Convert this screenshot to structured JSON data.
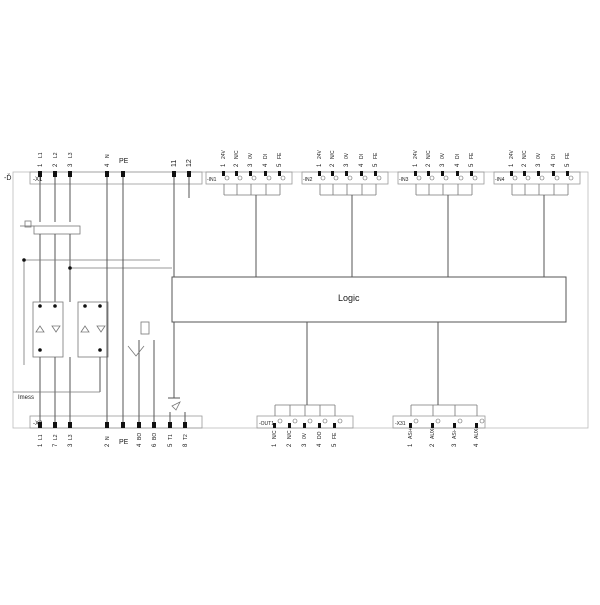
{
  "device_marker": "-Ď",
  "x1": {
    "tag": "-X1",
    "terminals": [
      {
        "num": "1",
        "name": "L1"
      },
      {
        "num": "2",
        "name": "L2"
      },
      {
        "num": "3",
        "name": "L3"
      },
      {
        "num": "4",
        "name": "N"
      },
      {
        "num": "PE",
        "name": ""
      },
      {
        "num": "11",
        "name": ""
      },
      {
        "num": "12",
        "name": ""
      }
    ]
  },
  "x2": {
    "tag": "-X2",
    "terminals": [
      {
        "num": "1",
        "name": "L1"
      },
      {
        "num": "7",
        "name": "L2"
      },
      {
        "num": "3",
        "name": "L3"
      },
      {
        "num": "2",
        "name": "N"
      },
      {
        "num": "PE",
        "name": ""
      },
      {
        "num": "4",
        "name": "BO"
      },
      {
        "num": "6",
        "name": "BO"
      },
      {
        "num": "5",
        "name": "T1"
      },
      {
        "num": "8",
        "name": "T2"
      }
    ]
  },
  "inputs": [
    {
      "tag": "-IN1"
    },
    {
      "tag": "-IN2"
    },
    {
      "tag": "-IN3"
    },
    {
      "tag": "-IN4"
    }
  ],
  "in_pins": [
    {
      "num": "1",
      "name": "24V"
    },
    {
      "num": "2",
      "name": "N/C"
    },
    {
      "num": "3",
      "name": "0V"
    },
    {
      "num": "4",
      "name": "DI"
    },
    {
      "num": "5",
      "name": "FE"
    }
  ],
  "out1": {
    "tag": "-OUT1",
    "pins": [
      {
        "num": "1",
        "name": "N/C"
      },
      {
        "num": "2",
        "name": "N/C"
      },
      {
        "num": "3",
        "name": "0V"
      },
      {
        "num": "4",
        "name": "DO"
      },
      {
        "num": "5",
        "name": "FE"
      }
    ]
  },
  "x31": {
    "tag": "-X31",
    "pins": [
      {
        "num": "1",
        "name": "ASi+"
      },
      {
        "num": "2",
        "name": "AUX-"
      },
      {
        "num": "3",
        "name": "ASi-"
      },
      {
        "num": "4",
        "name": "AUX+"
      }
    ]
  },
  "logic_label": "Logic",
  "imess_label": "Imess"
}
